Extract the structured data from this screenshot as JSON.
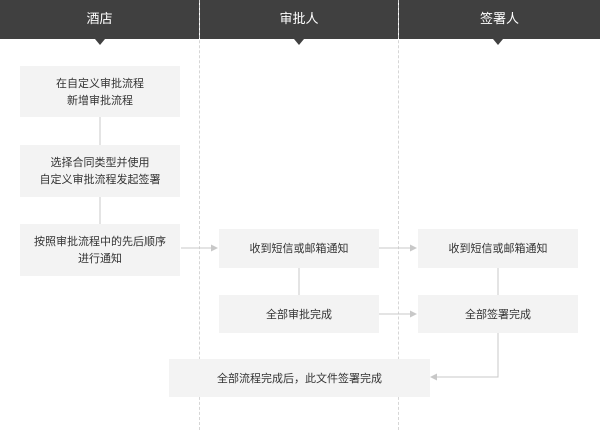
{
  "lanes": [
    {
      "title": "酒店"
    },
    {
      "title": "审批人"
    },
    {
      "title": "签署人"
    }
  ],
  "steps": {
    "hotel_1": {
      "line1": "在自定义审批流程",
      "line2": "新增审批流程"
    },
    "hotel_2": {
      "line1": "选择合同类型并使用",
      "line2": "自定义审批流程发起签署"
    },
    "hotel_3": {
      "line1": "按照审批流程中的先后顺序",
      "line2": "进行通知"
    },
    "approver_1": {
      "text": "收到短信或邮箱通知"
    },
    "approver_2": {
      "text": "全部审批完成"
    },
    "signer_1": {
      "text": "收到短信或邮箱通知"
    },
    "signer_2": {
      "text": "全部签署完成"
    },
    "final": {
      "text": "全部流程完成后，此文件签署完成"
    }
  },
  "colors": {
    "header": "#404040",
    "box": "#f3f3f3",
    "connector": "#c8c8c8",
    "divider": "#d6d6d6"
  }
}
